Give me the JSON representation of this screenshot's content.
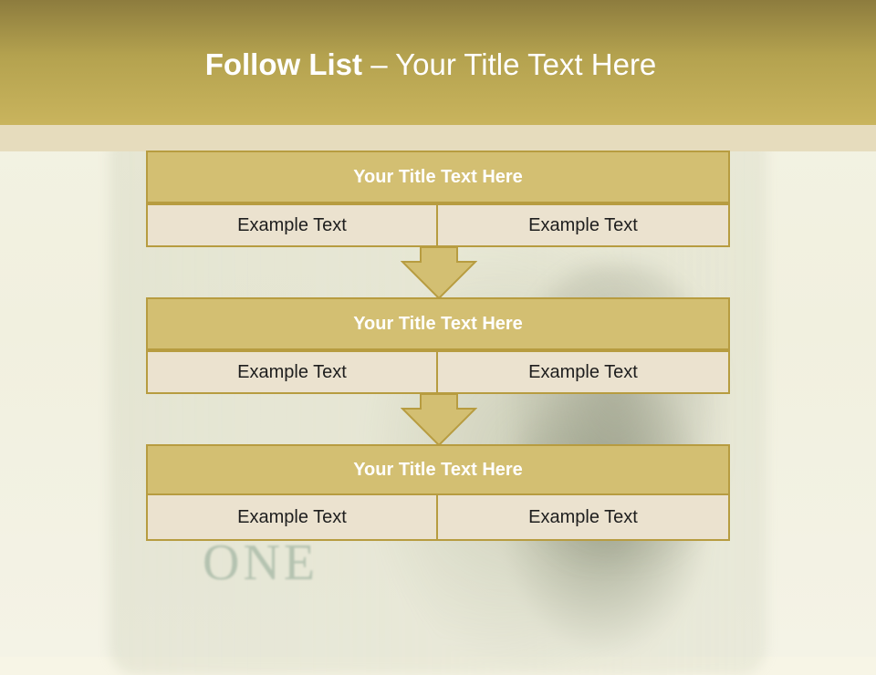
{
  "slide": {
    "title_bold": "Follow List",
    "title_rest": " – Your Title Text Here"
  },
  "blocks": [
    {
      "title": "Your Title Text Here",
      "left": "Example Text",
      "right": "Example Text"
    },
    {
      "title": "Your Title Text Here",
      "left": "Example Text",
      "right": "Example Text"
    },
    {
      "title": "Your Title Text Here",
      "left": "Example Text",
      "right": "Example Text"
    }
  ],
  "colors": {
    "header_gold": "#b4a24f",
    "block_title_fill": "#d3bf72",
    "block_cell_fill": "#ebe2cf",
    "border": "#b79c40"
  }
}
